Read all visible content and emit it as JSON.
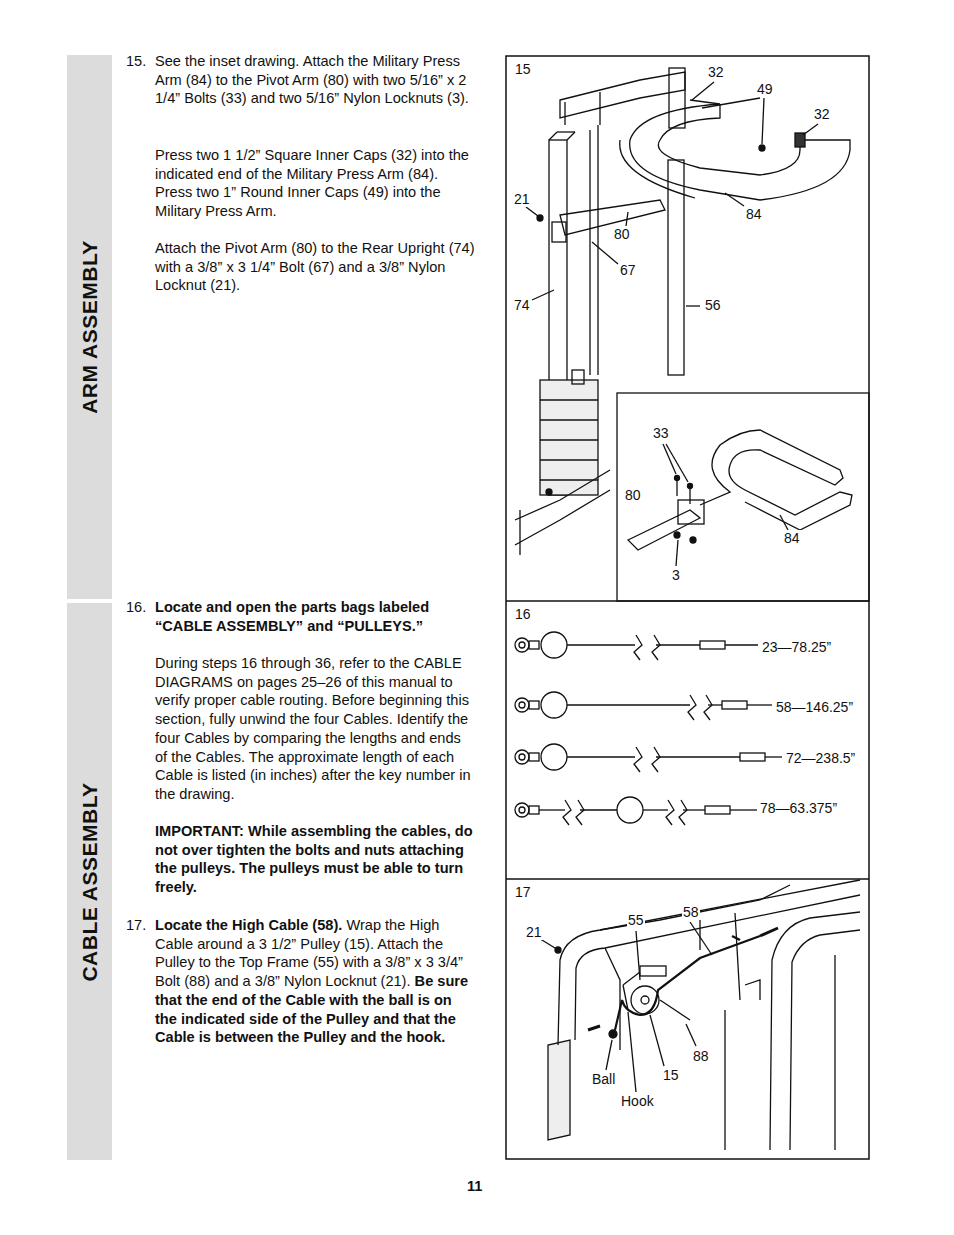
{
  "diagram": {
    "nodes": [
      {
        "text": [
          "ARM ASSEMBLY"
        ]
      },
      {
        "text": [
          "CABLE ASSEMBLY"
        ]
      }
    ],
    "labels": [
      "15.",
      "See the inset drawing. Attach the Military Press Arm (84) to the Pivot Arm (80) with two 5/16” x 2 1/4” Bolts (33) and two 5/16” Nylon Locknuts (3).",
      "Press two 1 1/2” Square Inner Caps (32) into the indicated end of the Military Press Arm (84). Press two 1” Round Inner Caps (49) into the Military Press Arm.",
      "Attach the Pivot Arm (80) to the Rear Upright (74) with a 3/8” x 3 1/4” Bolt (67) and a 3/8” Nylon Locknut (21).",
      "16.",
      "Locate and open the parts bags labeled “CABLE ASSEMBLY” and “PULLEYS.”",
      "During steps 16 through 36, refer to the CABLE DIAGRAMS on pages 25–26 of this manual to verify proper cable routing. Before beginning this section, fully unwind the four Cables. Identify the four Cables by comparing the lengths and ends of the Cables. The approximate length of each Cable is listed (in inches) after the key number in the drawing.",
      "IMPORTANT: While assembling the cables, do not over tighten the bolts and nuts attaching the pulleys. The pulleys must be able to turn freely.",
      "17.",
      "Locate the High Cable (58).",
      "Wrap the High Cable around a 3 1/2” Pulley (15). Attach the Pulley to the Top Frame (55) with a 3/8” x 3 3/4” Bolt (88) and a 3/8” Nylon Locknut (21).",
      "Be sure that the end of the Cable with the ball is on the indicated side of the Pulley and that the Cable is between the Pulley and the hook.",
      "11",
      "15",
      "32",
      "49",
      "32",
      "21",
      "80",
      "84",
      "67",
      "74",
      "56",
      "33",
      "80",
      "84",
      "3",
      "16",
      "23—78.25”",
      "58—146.25”",
      "72—238.5”",
      "78—63.375”",
      "17",
      "55",
      "58",
      "21",
      "88",
      "Ball",
      "15",
      "Hook"
    ]
  }
}
